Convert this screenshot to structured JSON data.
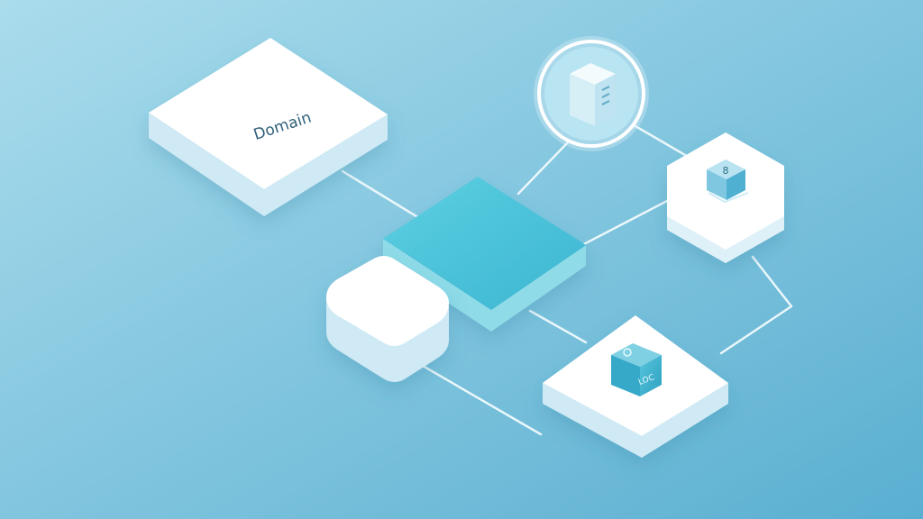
{
  "diagram": {
    "colors": {
      "background_start": "#a6daec",
      "background_end": "#5fb4d4",
      "panel_top": "#ffffff",
      "panel_side": "#cfeaf5",
      "accent_top": "#4fc6dc",
      "accent_side": "#8fdbe8",
      "connector": "#e9f6fb"
    },
    "nodes": {
      "domain": {
        "label": "Domain"
      },
      "server": {
        "icon": "server-cube-icon"
      },
      "hex": {
        "icon": "cube-icon",
        "glyph": "8"
      },
      "hub": {
        "icon": "none"
      },
      "small": {
        "icon": "none"
      },
      "bottom": {
        "icon": "cube-icon",
        "glyph": "LOC"
      }
    }
  }
}
